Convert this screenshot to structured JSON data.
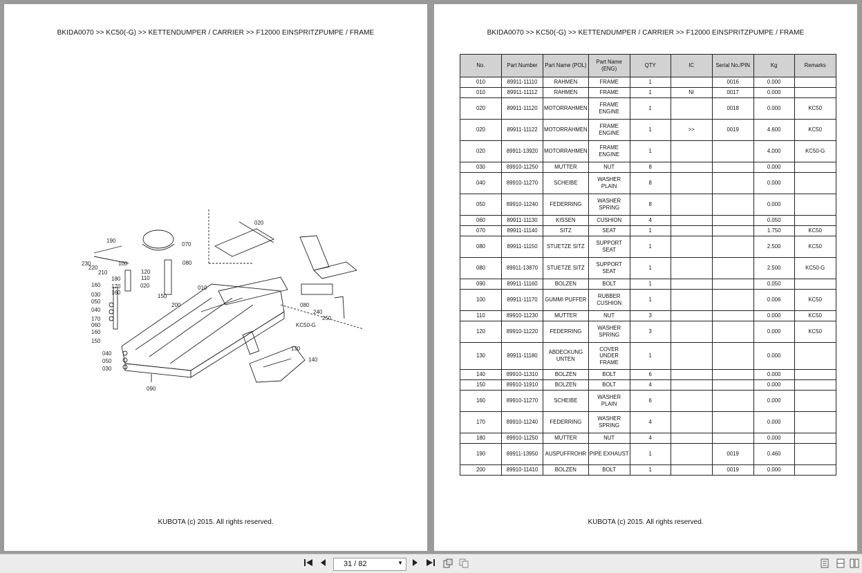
{
  "header_text": "BKIDA0070 >> KC50(-G) >> KETTENDUMPER / CARRIER >> F12000   EINSPRITZPUMPE / FRAME",
  "footer_text": "KUBOTA (c) 2015. All rights reserved.",
  "table": {
    "columns": [
      "No.",
      "Part Number",
      "Part Name (POL)",
      "Part Name (ENG)",
      "QTY",
      "IC",
      "Serial No./PIN",
      "Kg",
      "Remarks"
    ],
    "rows": [
      [
        "010",
        "89911-11110",
        "RAHMEN",
        "FRAME",
        "1",
        "",
        "0016",
        "0.000",
        ""
      ],
      [
        "010",
        "89911-11112",
        "RAHMEN",
        "FRAME",
        "1",
        "NI",
        "0017",
        "0.000",
        ""
      ],
      [
        "020",
        "89911-11120",
        "MOTORRAHMEN",
        "FRAME ENGINE",
        "1",
        "",
        "0018",
        "0.000",
        "KC50"
      ],
      [
        "020",
        "89911-11122",
        "MOTORRAHMEN",
        "FRAME ENGINE",
        "1",
        ">>",
        "0019",
        "4.600",
        "KC50"
      ],
      [
        "020",
        "89911-13920",
        "MOTORRAHMEN",
        "FRAME ENGINE",
        "1",
        "",
        "",
        "4.000",
        "KC50-G"
      ],
      [
        "030",
        "89910-11250",
        "MUTTER",
        "NUT",
        "8",
        "",
        "",
        "0.000",
        ""
      ],
      [
        "040",
        "89910-11270",
        "SCHEIBE",
        "WASHER PLAIN",
        "8",
        "",
        "",
        "0.000",
        ""
      ],
      [
        "050",
        "89910-11240",
        "FEDERRING",
        "WASHER SPRING",
        "8",
        "",
        "",
        "0.000",
        ""
      ],
      [
        "060",
        "89911-11130",
        "KISSEN",
        "CUSHION",
        "4",
        "",
        "",
        "0.050",
        ""
      ],
      [
        "070",
        "89911-11140",
        "SITZ",
        "SEAT",
        "1",
        "",
        "",
        "1.750",
        "KC50"
      ],
      [
        "080",
        "89911-11150",
        "STUETZE SITZ",
        "SUPPORT SEAT",
        "1",
        "",
        "",
        "2.500",
        "KC50"
      ],
      [
        "080",
        "89911-13870",
        "STUETZE SITZ",
        "SUPPORT SEAT",
        "1",
        "",
        "",
        "2.500",
        "KC50-G"
      ],
      [
        "090",
        "89911-11160",
        "BOLZEN",
        "BOLT",
        "1",
        "",
        "",
        "0.050",
        ""
      ],
      [
        "100",
        "89911-11170",
        "GUMMI PUFFER",
        "RUBBER CUSHION",
        "1",
        "",
        "",
        "0.006",
        "KC50"
      ],
      [
        "110",
        "89910-11230",
        "MUTTER",
        "NUT",
        "3",
        "",
        "",
        "0.000",
        "KC50"
      ],
      [
        "120",
        "89910-11220",
        "FEDERRING",
        "WASHER SPRING",
        "3",
        "",
        "",
        "0.000",
        "KC50"
      ],
      [
        "130",
        "89911-11180",
        "ABDECKUNG UNTEN",
        "COVER UNDER FRAME",
        "1",
        "",
        "",
        "0.000",
        ""
      ],
      [
        "140",
        "89910-11310",
        "BOLZEN",
        "BOLT",
        "6",
        "",
        "",
        "0.000",
        ""
      ],
      [
        "150",
        "89910-11910",
        "BOLZEN",
        "BOLT",
        "4",
        "",
        "",
        "0.000",
        ""
      ],
      [
        "160",
        "89910-11270",
        "SCHEIBE",
        "WASHER PLAIN",
        "6",
        "",
        "",
        "0.000",
        ""
      ],
      [
        "170",
        "89910-11240",
        "FEDERRING",
        "WASHER SPRING",
        "4",
        "",
        "",
        "0.000",
        ""
      ],
      [
        "180",
        "89910-11250",
        "MUTTER",
        "NUT",
        "4",
        "",
        "",
        "0.000",
        ""
      ],
      [
        "190",
        "89911-13950",
        "AUSPUFFROHR",
        "PIPE EXHAUST",
        "1",
        "",
        "0019",
        "0.460",
        ""
      ],
      [
        "200",
        "89910-11410",
        "BOLZEN",
        "BOLT",
        "1",
        "",
        "0019",
        "0.000",
        ""
      ]
    ]
  },
  "diagram_labels": {
    "l020a": "020",
    "l070": "070",
    "l190": "190",
    "l230": "230",
    "l220": "220",
    "l210": "210",
    "l100": "100",
    "l080a": "080",
    "l120": "120",
    "l110": "110",
    "l180": "180",
    "l170a": "170",
    "l160a": "160",
    "l020b": "020",
    "l010": "010",
    "l150a": "150",
    "l200": "200",
    "l030a": "030",
    "l050a": "050",
    "l040a": "040",
    "l170b": "170",
    "l060": "060",
    "l160b": "160",
    "l150b": "150",
    "l040b": "040",
    "l050b": "050",
    "l030b": "030",
    "l090": "090",
    "l080b": "080",
    "l240": "240",
    "l250": "250",
    "lkc50g": "KC50-G",
    "l130": "130",
    "l140": "140"
  },
  "toolbar": {
    "first_icon": "first-page-icon",
    "prev_icon": "prev-page-icon",
    "page_indicator": "31 / 82",
    "next_icon": "next-page-icon",
    "last_icon": "last-page-icon"
  },
  "colors": {
    "viewer_bg": "#9a9a9a",
    "header_cell_bg": "#d2d2d2"
  }
}
